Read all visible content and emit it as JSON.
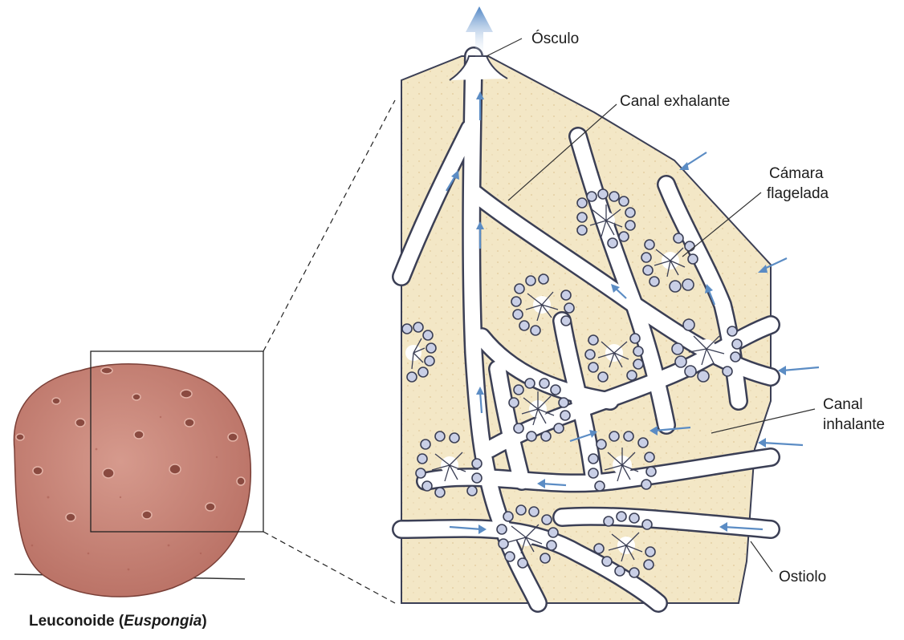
{
  "labels": {
    "osculo": "Ósculo",
    "canal_exhalante": "Canal exhalante",
    "camara_line1": "Cámara",
    "camara_line2": "flagelada",
    "inhalante_line1": "Canal",
    "inhalante_line2": "inhalante",
    "ostiolo": "Ostiolo"
  },
  "caption": {
    "prefix": "Leuconoide (",
    "genus": "Euspongia",
    "suffix": ")"
  },
  "colors": {
    "sponge_body": "#c98378",
    "tissue": "#f3e7c6",
    "canal": "#ffffff",
    "outline": "#3b3f55",
    "flow_arrow": "#5b8cc4",
    "choanocyte": "#c9cfe6"
  }
}
